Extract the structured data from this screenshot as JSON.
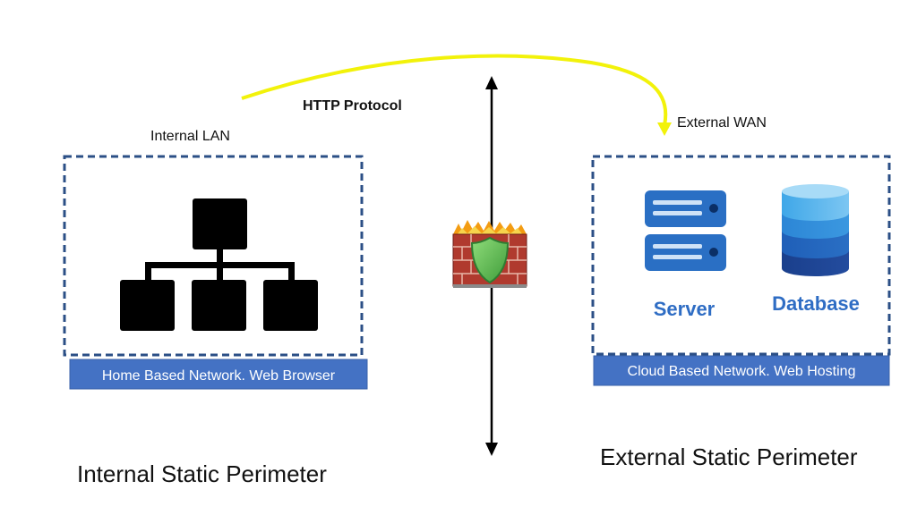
{
  "http_label": "HTTP Protocol",
  "left": {
    "zone_label": "Internal LAN",
    "caption": "Home Based Network. Web Browser",
    "perimeter_label": "Internal Static Perimeter",
    "icon": "network-hierarchy-icon"
  },
  "right": {
    "zone_label": "External WAN",
    "caption": "Cloud Based Network. Web Hosting",
    "perimeter_label": "External Static Perimeter",
    "server_label": "Server",
    "database_label": "Database",
    "icons": [
      "server-icon",
      "database-icon"
    ]
  },
  "center": {
    "icon": "firewall-icon"
  },
  "colors": {
    "dashed_border": "#2b4f86",
    "caption_bar": "#4472c4",
    "accent_blue": "#2f6dc4",
    "arrow_yellow": "#f2f20a",
    "firewall_brick": "#b03a2e",
    "shield_green": "#5cb85c"
  }
}
